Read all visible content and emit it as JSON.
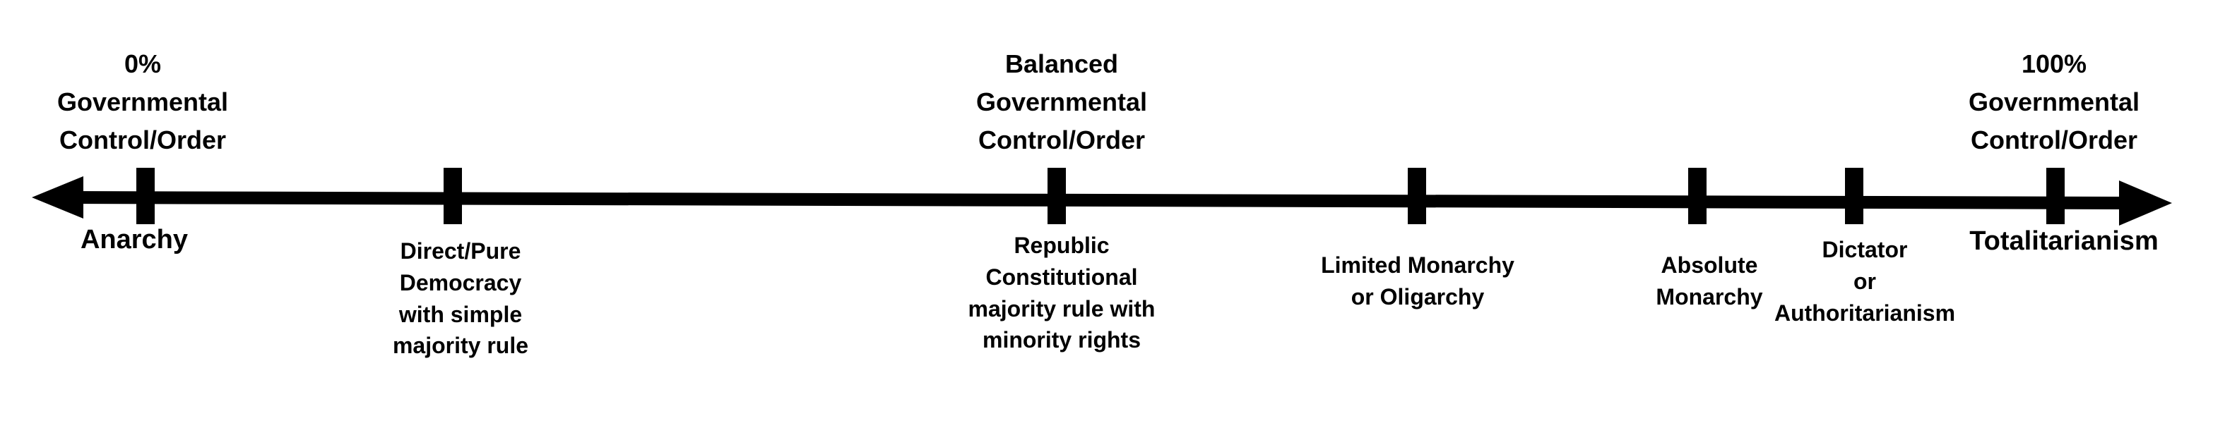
{
  "top_labels": {
    "zero": [
      "0%",
      "Governmental",
      "Control/Order"
    ],
    "balanced": [
      "Balanced",
      "Governmental",
      "Control/Order"
    ],
    "full": [
      "100%",
      "Governmental",
      "Control/Order"
    ]
  },
  "end_labels": {
    "left": "Anarchy",
    "right": "Totalitarianism"
  },
  "markers": [
    {
      "id": "direct-democracy",
      "lines": [
        "Direct/Pure",
        "Democracy",
        "with simple",
        "majority rule"
      ]
    },
    {
      "id": "republic",
      "lines": [
        "Republic",
        "Constitutional",
        "majority rule with",
        "minority rights"
      ]
    },
    {
      "id": "limited-monarchy",
      "lines": [
        "Limited Monarchy",
        "or Oligarchy"
      ]
    },
    {
      "id": "absolute-monarchy",
      "lines": [
        "Absolute",
        "Monarchy"
      ]
    },
    {
      "id": "dictator",
      "lines": [
        "Dictator",
        "or",
        "Authoritarianism"
      ]
    }
  ]
}
